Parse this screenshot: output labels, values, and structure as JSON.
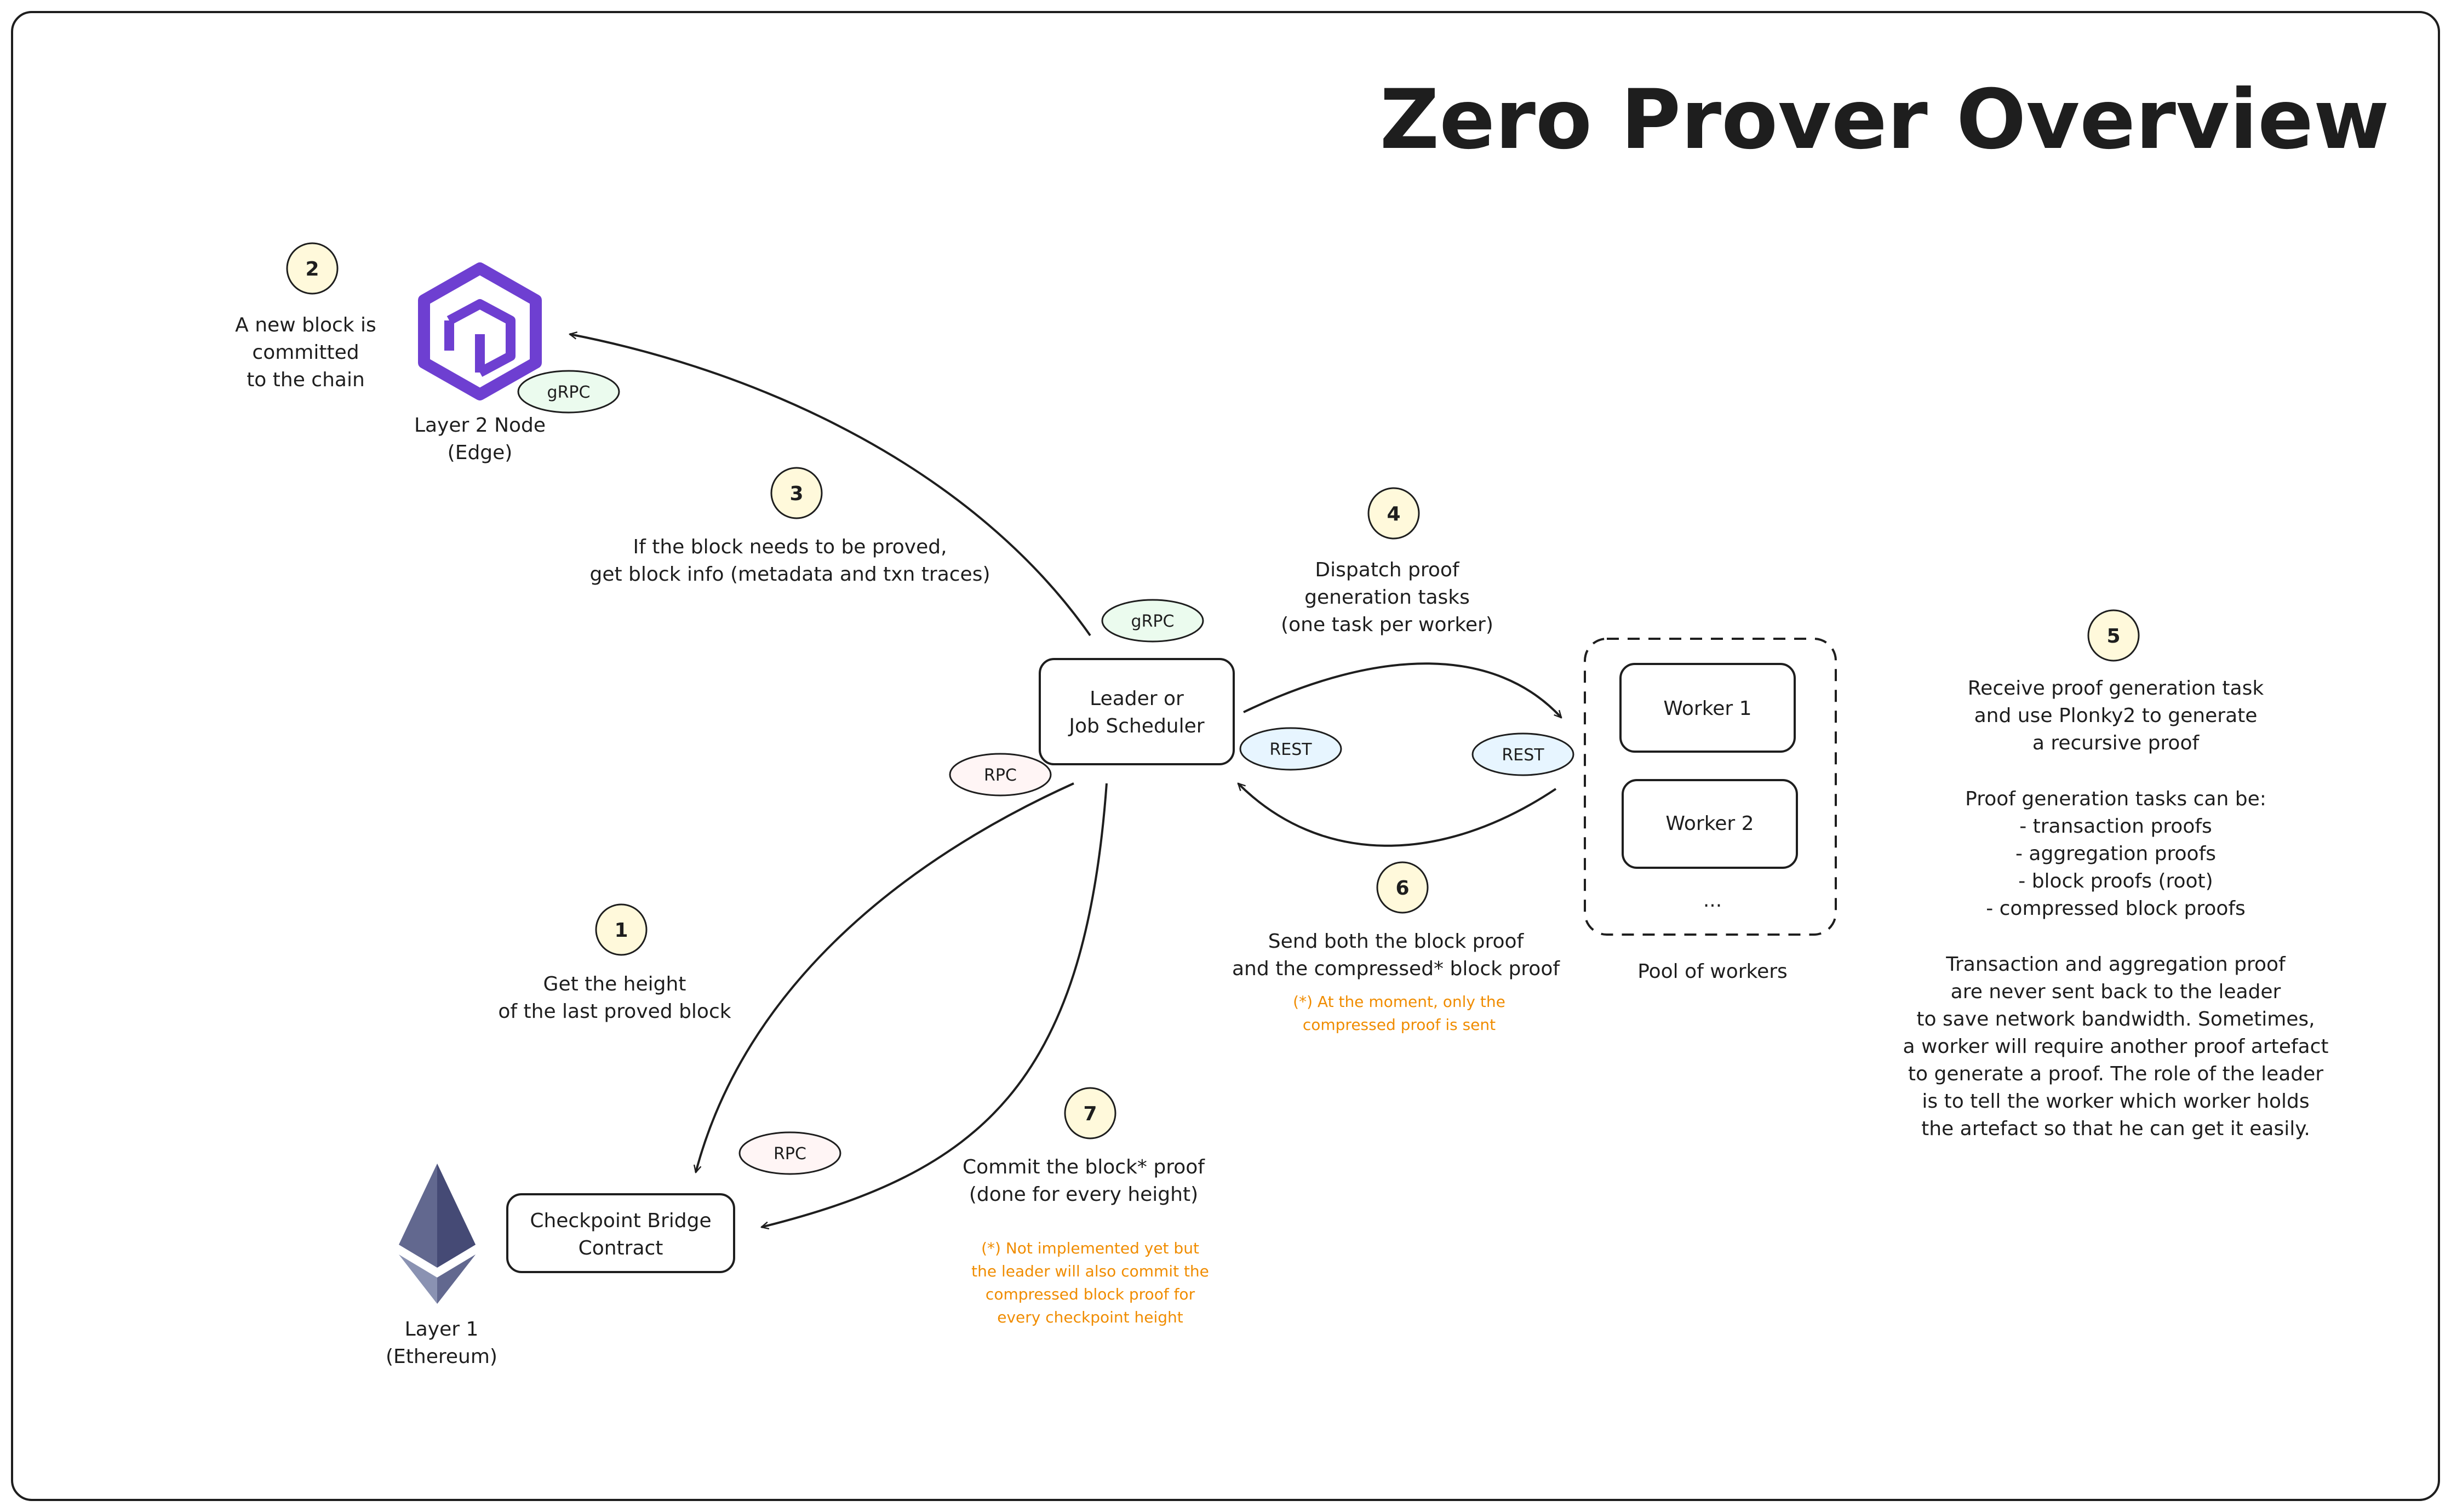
{
  "title": "Zero Prover Overview",
  "nodes": {
    "layer2": {
      "label_line1": "Layer 2 Node",
      "label_line2": "(Edge)"
    },
    "leader": {
      "label_line1": "Leader or",
      "label_line2": "Job Scheduler"
    },
    "pool": {
      "label": "Pool of workers",
      "worker1": "Worker 1",
      "worker2": "Worker 2",
      "ellipsis": "..."
    },
    "checkpoint": {
      "label_line1": "Checkpoint Bridge",
      "label_line2": "Contract"
    },
    "layer1": {
      "label_line1": "Layer 1",
      "label_line2": "(Ethereum)"
    }
  },
  "protocols": {
    "grpc_edge": "gRPC",
    "grpc_leader": "gRPC",
    "rest_leader": "REST",
    "rest_pool": "REST",
    "rpc_leader": "RPC",
    "rpc_contract": "RPC"
  },
  "steps": [
    {
      "number": "1",
      "lines": [
        "Get the height",
        "of the last proved block"
      ]
    },
    {
      "number": "2",
      "lines": [
        "A new block is",
        "committed",
        "to the chain"
      ]
    },
    {
      "number": "3",
      "lines": [
        "If the block needs to be proved,",
        "get block info (metadata and txn traces)"
      ]
    },
    {
      "number": "4",
      "lines": [
        "Dispatch proof",
        "generation tasks",
        "(one task per worker)"
      ]
    },
    {
      "number": "5",
      "lines": [
        "Receive proof generation task",
        "and use Plonky2 to generate",
        "a recursive proof",
        "",
        "Proof generation tasks can be:",
        "- transaction proofs",
        "- aggregation proofs",
        "- block proofs (root)",
        "- compressed block proofs",
        "",
        "Transaction and aggregation proof",
        "are never sent back to the leader",
        "to save network bandwidth. Sometimes,",
        "a worker will require another proof artefact",
        "to generate a proof. The role of the leader",
        "is to tell the worker which worker holds",
        "the artefact so that he can get it easily."
      ]
    },
    {
      "number": "6",
      "lines": [
        "Send both the block proof",
        "and the compressed* block proof"
      ],
      "note": [
        "(*) At the moment, only the",
        "compressed proof is sent"
      ]
    },
    {
      "number": "7",
      "lines": [
        "Commit the block* proof",
        "(done for every height)"
      ],
      "note": [
        "(*) Not implemented yet but",
        "the leader will also commit the",
        "compressed block proof for",
        "every checkpoint height"
      ]
    }
  ],
  "colors": {
    "ink": "#1e1e1e",
    "note_orange": "#f08c00",
    "grpc_fill": "#ebfbee",
    "rest_fill": "#e7f5ff",
    "rpc_fill": "#fff5f5",
    "step_fill": "#fff9db",
    "edge_purple": "#6e3fd1",
    "eth_gray": "#62688f"
  }
}
